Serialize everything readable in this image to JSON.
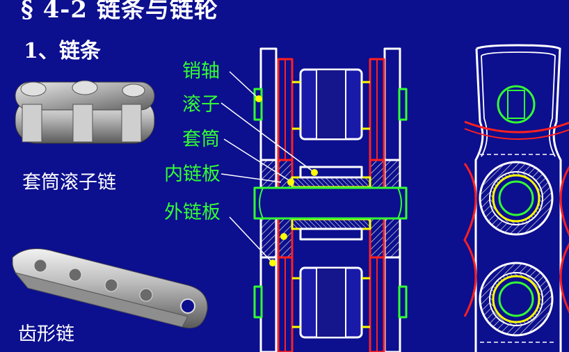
{
  "title": "§ 4-2 链条与链轮",
  "section": "1、链条",
  "examples": {
    "roller_chain": "套筒滚子链",
    "silent_chain": "齿形链"
  },
  "parts": {
    "pin": "销轴",
    "roller": "滚子",
    "bushing": "套筒",
    "inner_plate": "内链板",
    "outer_plate": "外链板"
  },
  "colors": {
    "background": "#0c0f8e",
    "outline": "#ffffff",
    "inner_plate": "#ff2020",
    "pin": "#33ff33",
    "bushing": "#ffff00",
    "roller": "#1a1aa8",
    "label": "#33ff33"
  }
}
